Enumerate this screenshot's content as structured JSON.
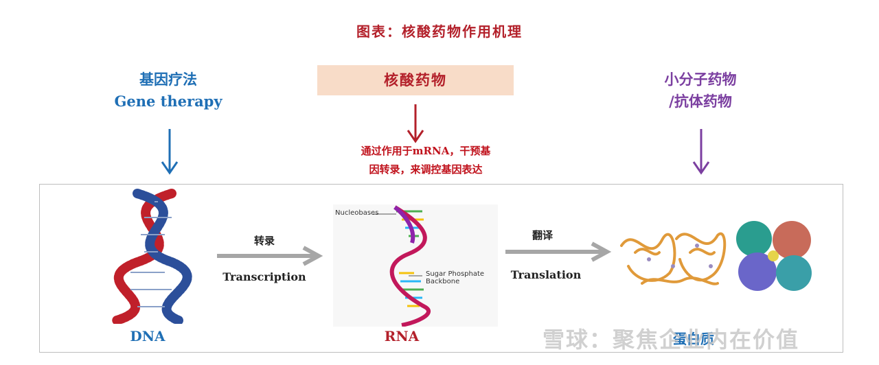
{
  "title": "图表：核酸药物作用机理",
  "gene_therapy": {
    "cn": "基因疗法",
    "en": "Gene therapy"
  },
  "nucleic_acid": {
    "cn": "核酸药物",
    "mechanism_line1": "通过作用于mRNA，干预基",
    "mechanism_line2": "因转录，来调控基因表达"
  },
  "small_molecule": {
    "line1": "小分子药物",
    "line2": "/抗体药物"
  },
  "dna_label": "DNA",
  "rna_label": "RNA",
  "protein_label": "蛋白质",
  "transcription": {
    "cn": "转录",
    "en": "Transcription"
  },
  "translation": {
    "cn": "翻译",
    "en": "Translation"
  },
  "rna_annotations": {
    "nucleobases": "Nucleobases",
    "backbone_line1": "Sugar Phosphate",
    "backbone_line2": "Backbone"
  },
  "watermark": "雪球：聚焦企业内在价值",
  "colors": {
    "red": "#b3202a",
    "blue": "#1f6fb5",
    "purple": "#7b3fa0",
    "box": "#f8dcc8"
  }
}
